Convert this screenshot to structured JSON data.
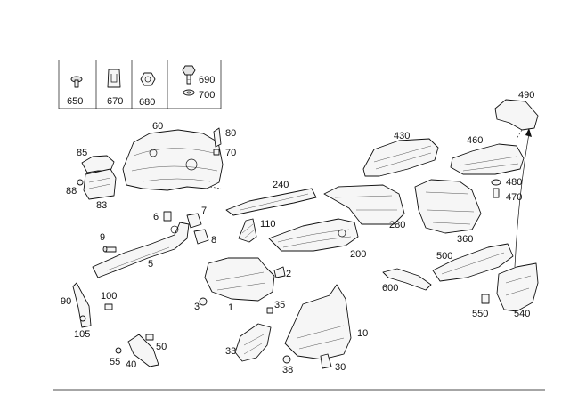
{
  "legend": {
    "cells": [
      {
        "label": "650",
        "icon": "screw-icon"
      },
      {
        "label": "670",
        "icon": "clip-icon"
      },
      {
        "label": "680",
        "icon": "nut-icon"
      }
    ],
    "stack": [
      {
        "label": "690",
        "icon": "bolt-icon"
      },
      {
        "label": "700",
        "icon": "washer-icon"
      }
    ]
  },
  "callouts": {
    "c490": "490",
    "c460": "460",
    "c430": "430",
    "c480": "480",
    "c470": "470",
    "c360": "360",
    "c280": "280",
    "c240": "240",
    "c110": "110",
    "c200": "200",
    "c60": "60",
    "c80": "80",
    "c70": "70",
    "c85": "85",
    "c88": "88",
    "c83": "83",
    "c6": "6",
    "c7": "7",
    "c8": "8",
    "c9": "9",
    "c5": "5",
    "c2": "2",
    "c3": "3",
    "c1": "1",
    "c90": "90",
    "c100": "100",
    "c105": "105",
    "c35": "35",
    "c10": "10",
    "c33": "33",
    "c38": "38",
    "c30": "30",
    "c50": "50",
    "c55": "55",
    "c40": "40",
    "c600": "600",
    "c500": "500",
    "c550": "550",
    "c540": "540"
  }
}
